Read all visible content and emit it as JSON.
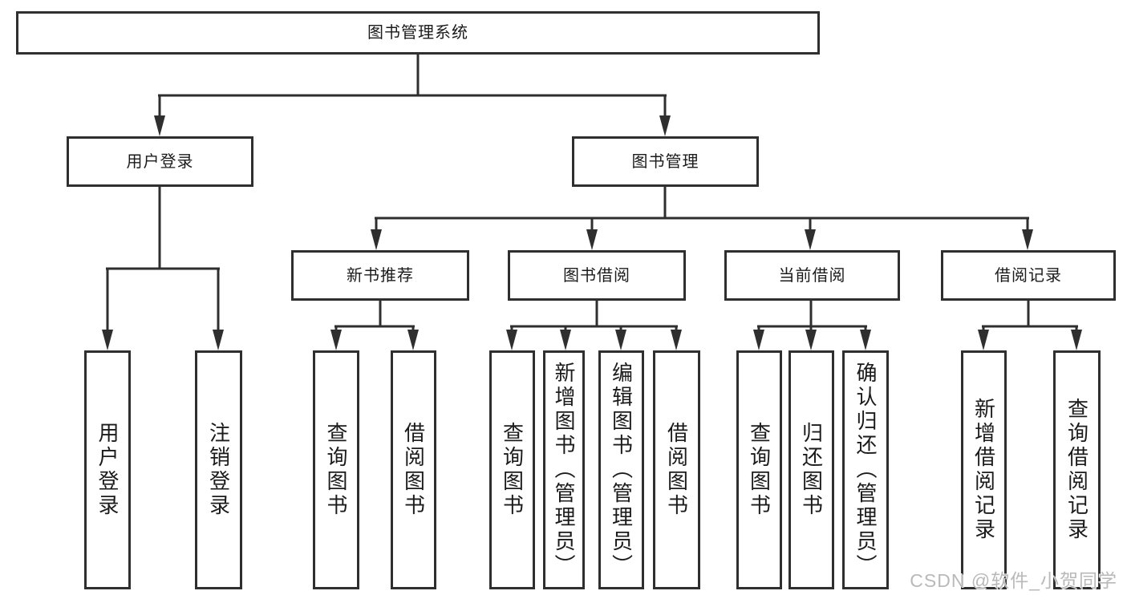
{
  "tree": {
    "label": "图书管理系统",
    "children": [
      {
        "label": "用户登录",
        "children": [
          {
            "label": "用户登录"
          },
          {
            "label": "注销登录"
          }
        ]
      },
      {
        "label": "图书管理",
        "children": [
          {
            "label": "新书推荐",
            "children": [
              {
                "label": "查询图书"
              },
              {
                "label": "借阅图书"
              }
            ]
          },
          {
            "label": "图书借阅",
            "children": [
              {
                "label": "查询图书"
              },
              {
                "label": "新增图书（管理员）"
              },
              {
                "label": "编辑图书（管理员）"
              },
              {
                "label": "借阅图书"
              }
            ]
          },
          {
            "label": "当前借阅",
            "children": [
              {
                "label": "查询图书"
              },
              {
                "label": "归还图书"
              },
              {
                "label": "确认归还（管理员）"
              }
            ]
          },
          {
            "label": "借阅记录",
            "children": [
              {
                "label": "新增借阅记录"
              },
              {
                "label": "查询借阅记录"
              }
            ]
          }
        ]
      }
    ]
  },
  "watermark": {
    "text": "CSDN @软件_小贺同学"
  },
  "colors": {
    "line": "#2f2f2f",
    "box_border": "#2f2f2f",
    "text": "#1b1b1b",
    "watermark": "#b9b9b9",
    "background": "#ffffff"
  }
}
